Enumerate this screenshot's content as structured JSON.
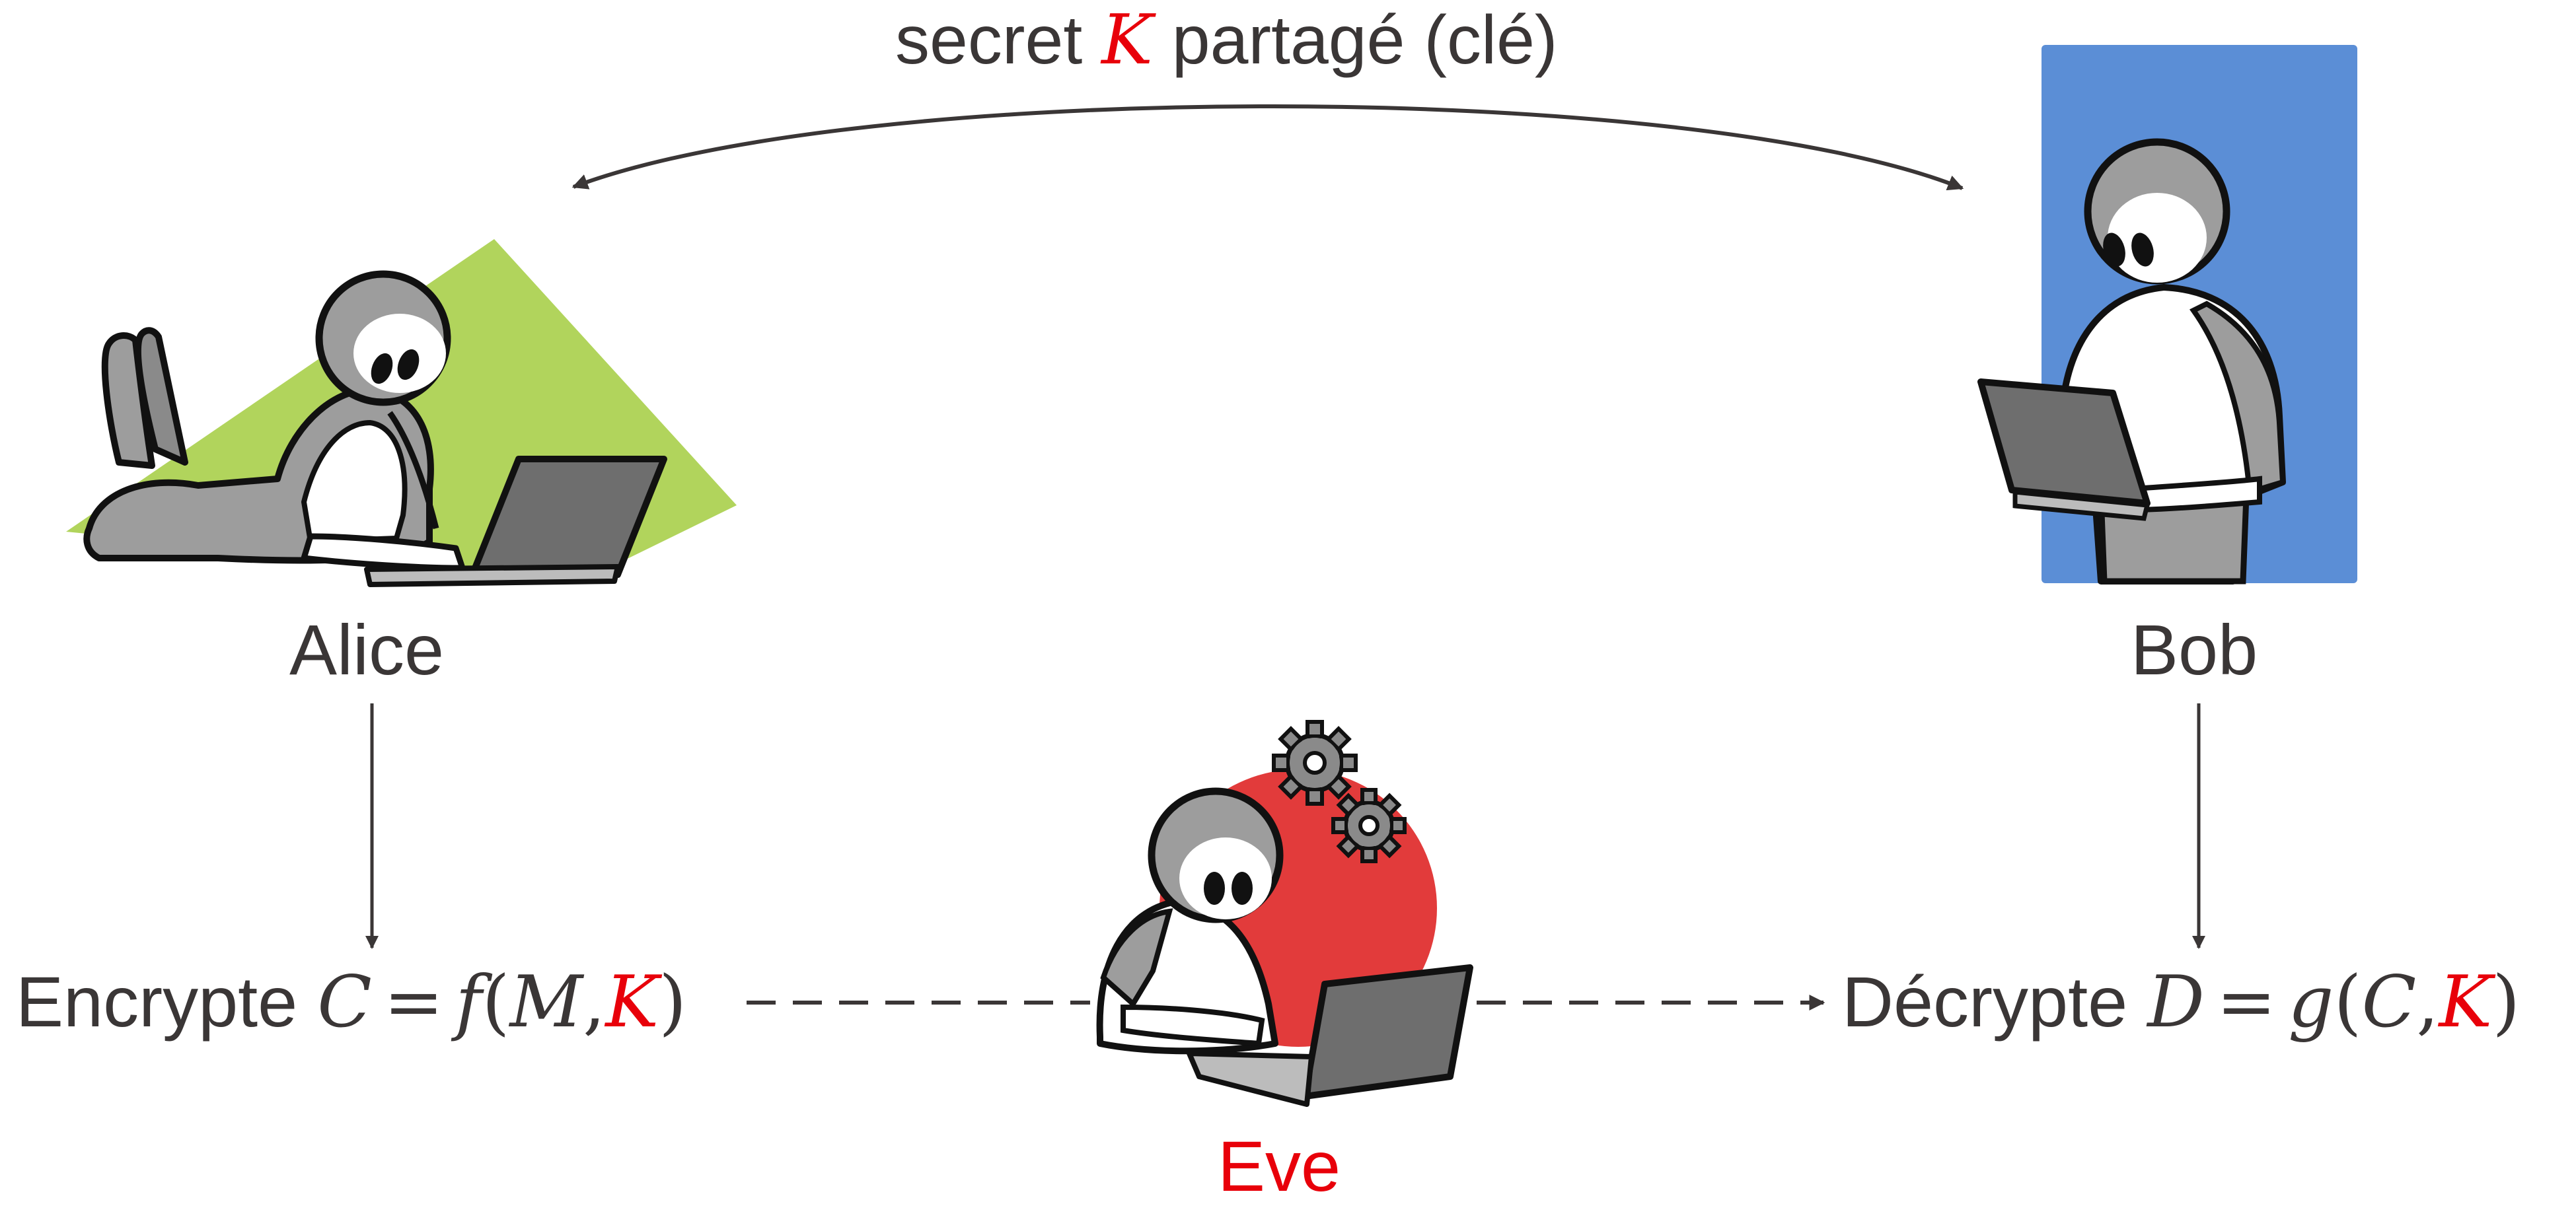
{
  "top": {
    "prefix": "secret",
    "key_symbol": "K",
    "suffix": "partagé (clé)"
  },
  "actors": {
    "alice": "Alice",
    "bob": "Bob",
    "eve": "Eve"
  },
  "left_formula": {
    "word": "Encrypte",
    "lhs": "C",
    "eq": "=",
    "fn": "f",
    "open": "(",
    "arg1": "M",
    "comma": ",",
    "key": "K",
    "close": ")"
  },
  "right_formula": {
    "word": "Décrypte",
    "lhs": "D",
    "eq": "=",
    "fn": "g",
    "open": "(",
    "arg1": "C",
    "comma": ",",
    "key": "K",
    "close": ")"
  },
  "colors": {
    "text": "#3a3636",
    "key_red": "#e8000a",
    "eve_red": "#e8000a",
    "alice_green": "#b1d45c",
    "bob_blue": "#5b8ed6",
    "eve_circle": "#e23b3b",
    "figure_gray": "#9d9d9d",
    "laptop_gray": "#6e6e6e"
  },
  "icons": [
    "alice-figure",
    "bob-figure",
    "eve-figure",
    "gear-icon",
    "laptop-icon"
  ]
}
